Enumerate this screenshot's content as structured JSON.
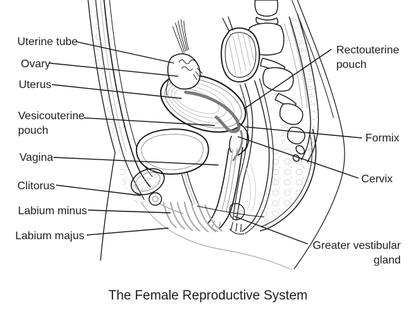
{
  "title": {
    "text": "The Female Reproductive System"
  },
  "colors": {
    "ink": "#1a1a1a",
    "mid_gray": "#8a8a8a",
    "light_gray": "#c6c6c6",
    "background": "#ffffff"
  },
  "labels": [
    {
      "id": "uterine-tube",
      "text": "Uterine tube"
    },
    {
      "id": "ovary",
      "text": "Ovary"
    },
    {
      "id": "uterus",
      "text": "Uterus"
    },
    {
      "id": "vesicouterine-pouch",
      "text": "Vesicouterine pouch"
    },
    {
      "id": "vagina",
      "text": "Vagina"
    },
    {
      "id": "clitorus",
      "text": "Clitorus"
    },
    {
      "id": "labium-minus",
      "text": "Labium minus"
    },
    {
      "id": "labium-majus",
      "text": "Labium majus"
    },
    {
      "id": "rectouterine-pouch",
      "text": "Rectouterine pouch"
    },
    {
      "id": "formix",
      "text": "Formix"
    },
    {
      "id": "cervix",
      "text": "Cervix"
    },
    {
      "id": "greater-vestibular-gland",
      "text": "Greater vestibular gland"
    }
  ]
}
